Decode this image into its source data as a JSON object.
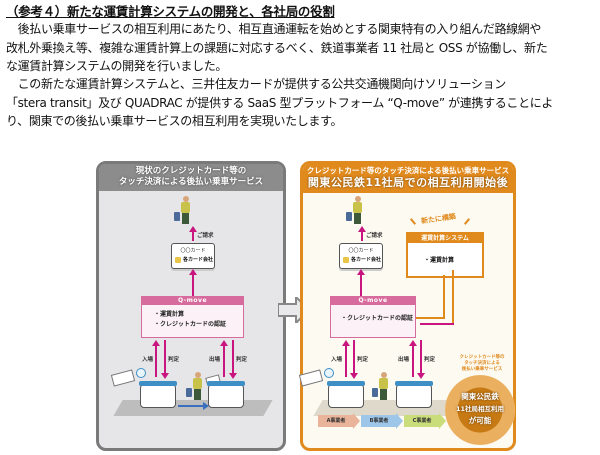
{
  "heading": "（参考４）新たな運賃計算システムの開発と、各社局の役割",
  "paragraph1": [
    "　後払い乗車サービスの相互利用にあたり、相互直通運転を始めとする関東特有の入り組んだ路線網や",
    "改札外乗換え等、複雑な運賃計算上の課題に対応するべく、鉄道事業者 11 社局と OSS が協働し、新た",
    "な運賃計算システムの開発を行いました。"
  ],
  "paragraph2": [
    "　この新たな運賃計算システムと、三井住友カードが提供する公共交通機関向けソリューション",
    "「stera transit」及び QUADRAC が提供する SaaS 型プラットフォーム “Q-move” が連携することによ",
    "り、関東での後払い乗車サービスの相互利用を実現いたします。"
  ],
  "diagram": {
    "left_panel": {
      "title_line1": "現状のクレジットカード等の",
      "title_line2": "タッチ決済による後払い乗車サービス",
      "billing_label": "ご請求",
      "card_box": {
        "line1": "〇〇カード",
        "line2": "各カード会社"
      },
      "qmove": {
        "title": "Q-move",
        "items": [
          "・運賃計算",
          "・クレジットカードの認証"
        ]
      },
      "labels": {
        "entry": "入場",
        "judge1": "判定",
        "exit": "出場",
        "judge2": "判定"
      }
    },
    "right_panel": {
      "title_small": "クレジットカード等のタッチ決済による後払い乗車サービス",
      "title_big": "関東公民鉄11社局での相互利用開始後",
      "billing_label": "ご請求",
      "card_box": {
        "line1": "〇〇カード",
        "line2": "各カード会社"
      },
      "new_label": "新たに構築",
      "fare_system": {
        "title": "運賃計算システム",
        "item": "・運賃計算"
      },
      "qmove": {
        "title": "Q-move",
        "items": [
          "・クレジットカードの認証"
        ]
      },
      "labels": {
        "entry": "入場",
        "judge1": "判定",
        "exit": "出場",
        "judge2": "判定"
      },
      "operators": [
        "A事業者",
        "B事業者",
        "C事業者"
      ],
      "callout": [
        "クレジットカード等の",
        "タッチ決済による",
        "後払い乗車サービス"
      ],
      "badge": [
        "関東公民鉄",
        "11社局相互利用",
        "が可能"
      ]
    },
    "colors": {
      "magenta": "#c8157f",
      "orange": "#e08a1e",
      "gray_header": "#8c8c8c",
      "qmove_pink": "#d86b9d"
    }
  }
}
